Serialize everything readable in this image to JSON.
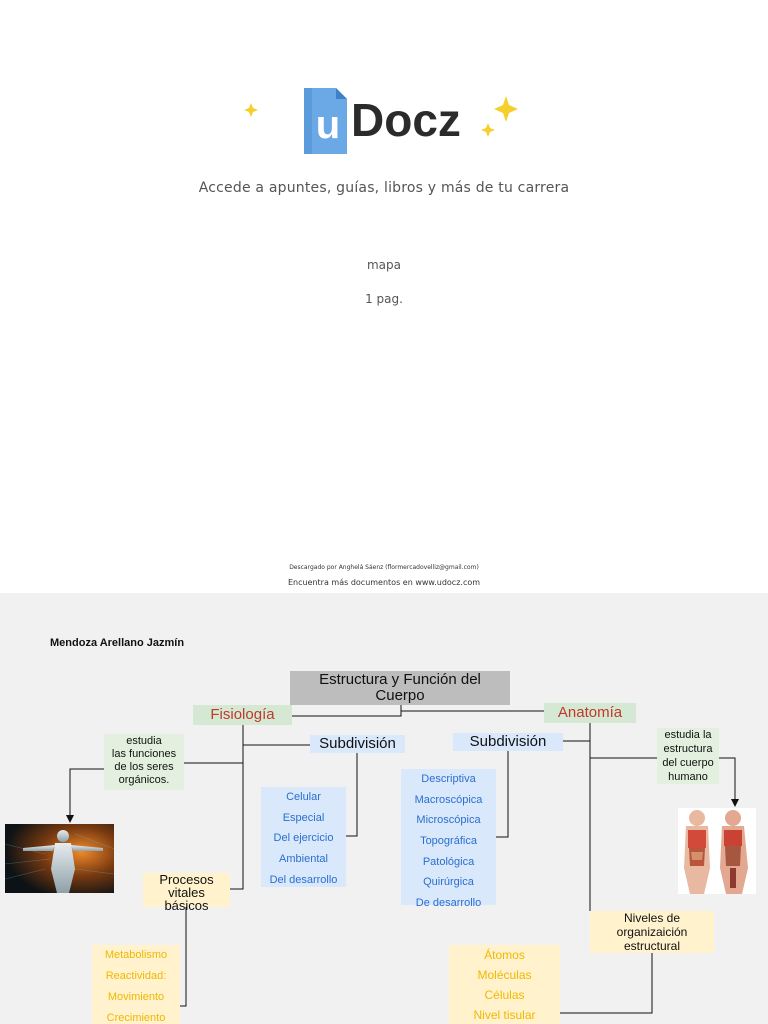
{
  "cover": {
    "logo_text": "Docz",
    "logo_mark": "u",
    "tagline": "Accede a apuntes, guías, libros y más de tu carrera",
    "doc_type": "mapa",
    "doc_pages": "1 pag.",
    "download_note": "Descargado por Anghelá Sáenz (flormercadovelliz@gmail.com)",
    "more_docs": "Encuentra más documentos en www.udocz.com",
    "brand_colors": {
      "logo_blue": "#6aa8e6",
      "logo_text": "#2b2b2b",
      "sparkle": "#f5cf2c"
    }
  },
  "map": {
    "author": "Mendoza Arellano Jazmín",
    "title_line1": "Estructura y Función del",
    "title_line2": "Cuerpo",
    "fisiologia": "Fisiología",
    "anatomia": "Anatomía",
    "subdivision_left": "Subdivisión",
    "subdivision_right": "Subdivisión",
    "estudia_left": [
      "estudia",
      "las funciones",
      "de los seres",
      "orgánicos."
    ],
    "estudia_right": [
      "estudia la",
      "estructura",
      "del cuerpo",
      "humano"
    ],
    "fisio_subdivisions": [
      "Celular",
      "Especial",
      "Del ejercicio",
      "Ambiental",
      "Del desarrollo"
    ],
    "anat_subdivisions": [
      "Descriptiva",
      "Macroscópica",
      "Microscópica",
      "Topográfica",
      "Patológica",
      "Quirúrgica",
      "De desarrollo"
    ],
    "procesos": [
      "Procesos",
      "vitales",
      "básicos"
    ],
    "procesos_list": [
      "Metabolismo",
      "Reactividad:",
      "Movimiento",
      "Crecimiento"
    ],
    "niveles": [
      "Niveles de",
      "organizaición",
      "estructural"
    ],
    "niveles_list": [
      "Átomos",
      "Moléculas",
      "Células",
      "Nivel tisular"
    ],
    "colors": {
      "title_bg": "#bdbdbd",
      "green_box": "#d5e8d4",
      "blue_box": "#dae8fc",
      "yellow_box": "#fff2cc",
      "red_text": "#c0392b",
      "blue_text": "#2a6fd0",
      "yellow_text": "#f0b800"
    }
  }
}
